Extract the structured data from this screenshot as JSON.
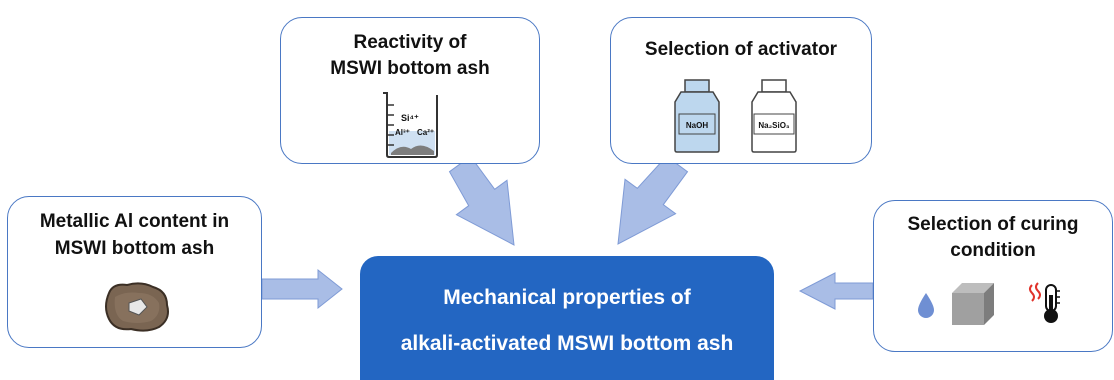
{
  "boxes": {
    "reactivity": {
      "line1": "Reactivity of",
      "line2": "MSWI bottom ash",
      "ions": {
        "si": "Si⁴⁺",
        "al": "Al³⁺",
        "ca": "Ca²⁺"
      }
    },
    "activator": {
      "title": "Selection of activator",
      "bottle1": "NaOH",
      "bottle2": "Na₂SiO₃"
    },
    "metallic": {
      "line1": "Metallic Al content in",
      "line2": "MSWI bottom ash"
    },
    "curing": {
      "line1": "Selection of curing",
      "line2": "condition"
    }
  },
  "center": {
    "line1": "Mechanical properties of",
    "line2": "alkali-activated MSWI bottom ash"
  },
  "colors": {
    "box_border": "#4a78c4",
    "center_fill": "#2366c2",
    "arrow_fill": "#a9bde6",
    "arrow_stroke": "#7f9bd6",
    "naoh_fill": "#bdd7ee",
    "water_drop": "#6f8fd3",
    "heat_red": "#e0332b"
  },
  "icons": [
    "beaker-icon",
    "bottle-icon",
    "rock-icon",
    "water-drop-icon",
    "cube-icon",
    "thermometer-icon"
  ]
}
